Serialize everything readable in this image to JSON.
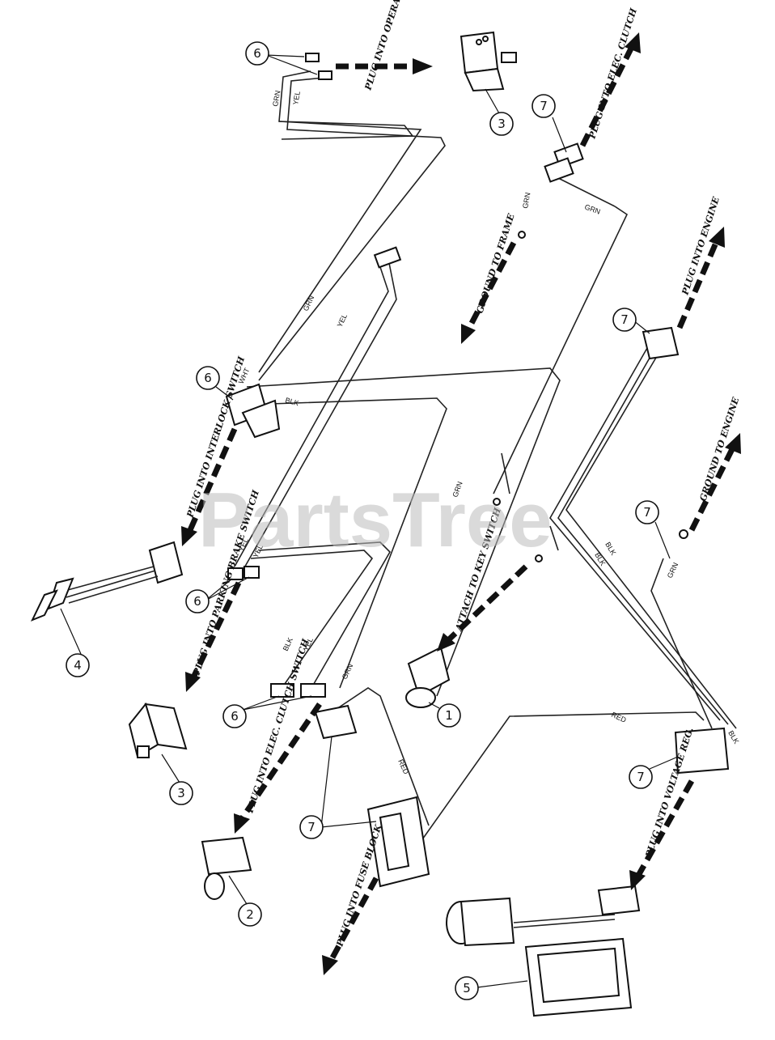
{
  "watermark": "PartsTree",
  "callouts": [
    "6",
    "3",
    "7",
    "7",
    "6",
    "4",
    "6",
    "3",
    "2",
    "7",
    "1",
    "6",
    "7",
    "7",
    "5"
  ],
  "notes": {
    "operator_presence": "PLUG INTO OPERATOR PRESENCE SWITCH",
    "elec_clutch_top": "PLUG INTO ELEC. CLUTCH",
    "ground_frame": "GROUND TO FRAME",
    "engine": "PLUG INTO ENGINE",
    "ground_engine": "GROUND TO ENGINE",
    "interlock": "PLUG INTO INTERLOCK SWITCH",
    "key_switch": "ATTACH TO KEY SWITCH",
    "parking_brake": "PLUG INTO PARKING BRAKE SWITCH",
    "elec_clutch_switch": "PLUG INTO ELEC. CLUTCH SWITCH",
    "voltage_reg": "PLUG INTO VOLTAGE REG.",
    "fuse_block": "PLUG INTO FUSE BLOCK"
  },
  "wire_labels": {
    "grn": "GRN",
    "yel": "YEL",
    "blk": "BLK",
    "wht": "WHT",
    "red": "RED"
  }
}
